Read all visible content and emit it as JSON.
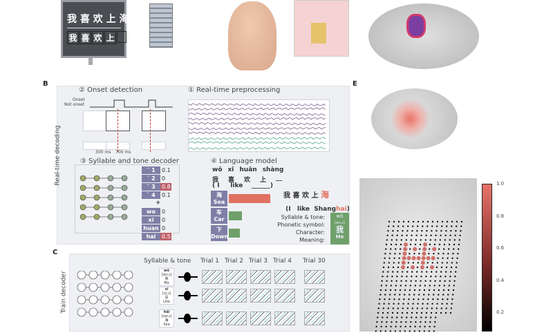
{
  "panel_a": {
    "monitor_line1": "我 喜 欢 上 海",
    "monitor_line2": [
      "我",
      "喜",
      "欢",
      "上",
      ""
    ]
  },
  "panel_b": {
    "label": "B",
    "side_label": "Real-time decoding",
    "onset": {
      "title": "② Onset detection",
      "onset": "Onset",
      "not_onset": "Not onset",
      "t1": "300 ms",
      "t2": "700 ms"
    },
    "preprocessing": {
      "title": "① Real-time preprocessing"
    },
    "decoder": {
      "title": "③ Syllable and tone decoder",
      "tones": [
        {
          "tag": "ˉ 1",
          "p": "0.1"
        },
        {
          "tag": "ˊ 2",
          "p": "0"
        },
        {
          "tag": "ˇ 3",
          "p": "0.8",
          "hl": true
        },
        {
          "tag": "ˋ 4",
          "p": "0.1"
        }
      ],
      "plus": "+",
      "syllables": [
        {
          "tag": "wo",
          "p": "0"
        },
        {
          "tag": "xi",
          "p": "0"
        },
        {
          "tag": "huan",
          "p": "0"
        },
        {
          "tag": "hai",
          "p": "0.5",
          "hl": true
        }
      ]
    },
    "language_model": {
      "title": "④ Language model",
      "pinyin": [
        "wǒ",
        "xǐ",
        "huān",
        "shàng"
      ],
      "chars": [
        "我",
        "喜",
        "欢",
        "上"
      ],
      "gloss_open": "( I",
      "gloss_like": "like",
      "gloss_close": ")",
      "candidates": [
        {
          "char": "海",
          "meaning": "Sea",
          "score": 1.0,
          "color": "#e07060"
        },
        {
          "char": "车",
          "meaning": "Car",
          "score": 0.32,
          "color": "#6fa06a"
        },
        {
          "char": "下",
          "meaning": "Down",
          "score": 0.27,
          "color": "#6fa06a"
        }
      ],
      "output_chars": "我 喜 欢  上",
      "output_last": "海",
      "output_gloss_a": "(I   like  Shang",
      "output_gloss_b": "hai",
      "output_gloss_c": ")",
      "legend": [
        "Syllable & tone:",
        "Phonetic symbol:",
        "Character:",
        "Meaning:"
      ],
      "example": {
        "syllable": "wǒ",
        "phonetic": "[wɔ˨˩˦]",
        "char": "我",
        "meaning": "Me"
      }
    }
  },
  "panel_c": {
    "label": "C",
    "side_label": "Train decoder",
    "header": "Syllable & tone",
    "trials": [
      "Trial 1",
      "Trial 2",
      "Trial 3",
      "Trial 4",
      "Trial 30"
    ],
    "rows": [
      {
        "syl": "wǒ",
        "ipa": "[wɔ˨˩˦]",
        "char": "我",
        "mean": "Me"
      },
      {
        "syl": "xǐ",
        "ipa": "[ɕi˨˩˦]",
        "char": "喜",
        "mean": "Like"
      },
      {
        "syl": "hǎi",
        "ipa": "[xai˨˩˦]",
        "char": "海",
        "mean": "Sea"
      }
    ]
  },
  "panel_e": {
    "label": "E",
    "colorbar": {
      "ticks": [
        "1.0",
        "0.8",
        "0.6",
        "0.4",
        "0.2"
      ],
      "range": [
        0,
        1
      ],
      "colors": [
        "#000000",
        "#e8736a"
      ]
    }
  },
  "colors": {
    "highlight": "#c0606a",
    "green": "#6fa06a",
    "tag": "#7f7fa6",
    "accent_red": "#e07060"
  }
}
